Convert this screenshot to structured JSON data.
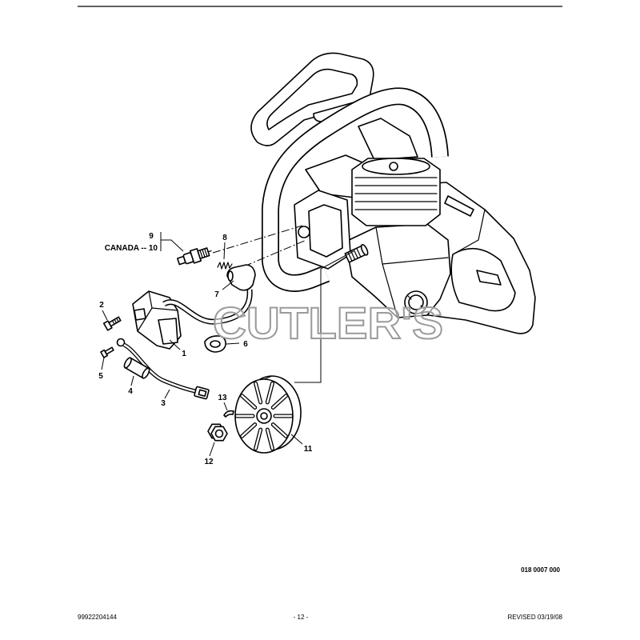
{
  "page": {
    "doc_number": "99922204144",
    "page_number": "- 12 -",
    "revision": "REVISED 03/19/08",
    "figure_code": "018 0007 000",
    "watermark": "CUTLER'S"
  },
  "callouts": {
    "item_9": "9",
    "item_10": "CANADA -- 10",
    "item_8": "8",
    "item_7": "7",
    "item_2": "2",
    "item_1": "1",
    "item_6": "6",
    "item_5": "5",
    "item_4": "4",
    "item_3": "3",
    "item_13": "13",
    "item_11": "11",
    "item_12": "12"
  },
  "colors": {
    "ink": "#000000",
    "paper": "#ffffff",
    "watermark": "#9b9b9b"
  }
}
